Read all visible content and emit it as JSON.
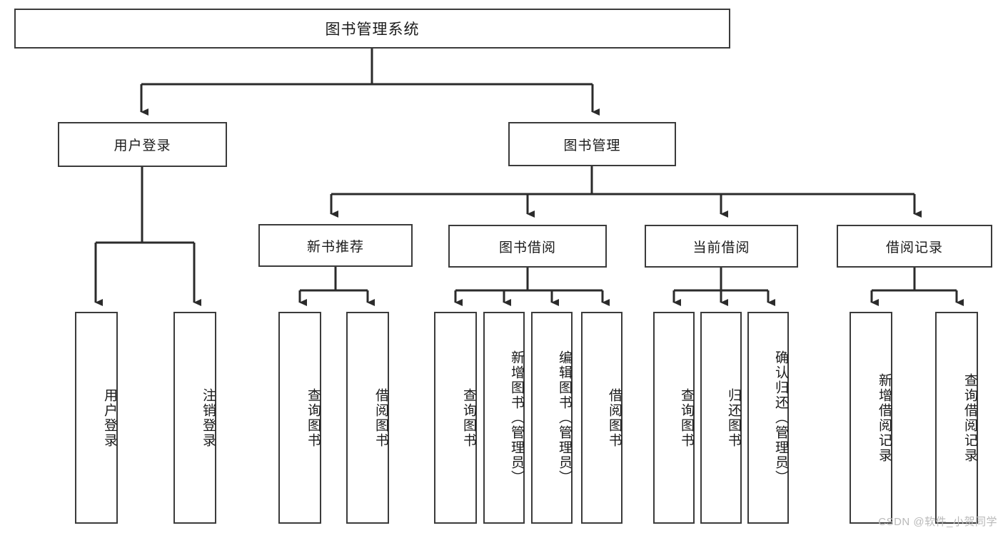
{
  "diagram": {
    "type": "tree-hierarchy",
    "root": {
      "label": "图书管理系统"
    },
    "level2": [
      {
        "label": "用户登录"
      },
      {
        "label": "图书管理"
      }
    ],
    "level3": [
      {
        "label": "新书推荐"
      },
      {
        "label": "图书借阅"
      },
      {
        "label": "当前借阅"
      },
      {
        "label": "借阅记录"
      }
    ],
    "leaves": [
      {
        "label": "用户登录"
      },
      {
        "label": "注销登录"
      },
      {
        "label": "查询图书"
      },
      {
        "label": "借阅图书"
      },
      {
        "label": "查询图书"
      },
      {
        "label": "新增图书（管理员）"
      },
      {
        "label": "编辑图书（管理员）"
      },
      {
        "label": "借阅图书"
      },
      {
        "label": "查询图书"
      },
      {
        "label": "归还图书"
      },
      {
        "label": "确认归还（管理员）"
      },
      {
        "label": "新增借阅记录"
      },
      {
        "label": "查询借阅记录"
      }
    ],
    "colors": {
      "box_border": "#3b3b3b",
      "connector": "#2b2b2b",
      "background": "#ffffff",
      "text": "#1a1a1a",
      "watermark": "#b9b9b9"
    }
  },
  "watermark": {
    "text": "CSDN @软件_小贺同学"
  }
}
